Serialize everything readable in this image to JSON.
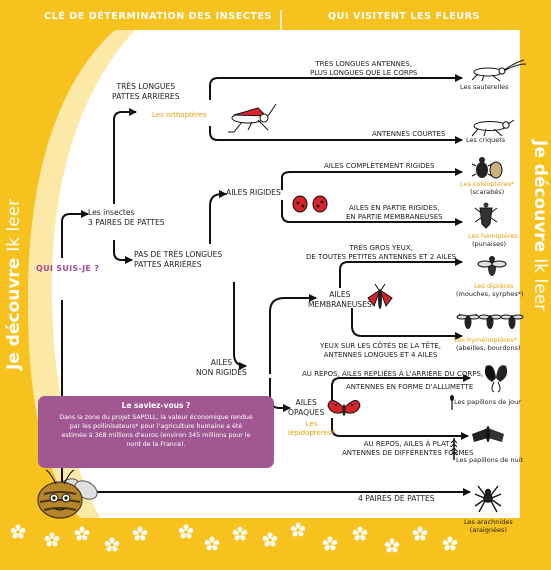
{
  "header": {
    "left": "CLÉ DE DÉTERMINATION DES INSECTES",
    "right": "QUI VISITENT LES FLEURS"
  },
  "side": {
    "left_bold": "Je découvre",
    "left_thin": "Ik leer",
    "right_bold": "Je découvre",
    "right_thin": "Ik leer"
  },
  "nodes": {
    "question": "QUI SUIS-JE ?",
    "insects": "Les insectes\n3 PAIRES DE PATTES",
    "long_legs": "TRÈS LONGUES\nPATTES ARRIÈRES",
    "orthopteres": "Les orthoptères",
    "not_long_legs": "PAS DE TRÈS LONGUES\nPATTES ARRIÈRES",
    "rigid_wings": "AILES RIGIDES",
    "non_rigid_wings": "AILES\nNON RIGIDES",
    "membranous_wings": "AILES\nMEMBRANEUSES",
    "opaque_wings": "AILES\nOPAQUES",
    "lepidopteres": "Les\nlépidoptères*",
    "four_pairs": "4 PAIRES DE PATTES"
  },
  "criteria": {
    "long_antennae": "TRÈS LONGUES ANTENNES,\nPLUS LONGUES QUE LE CORPS",
    "short_antennae": "ANTENNES COURTES",
    "fully_rigid": "AILES COMPLÈTEMENT RIGIDES",
    "partly_rigid": "AILES EN PARTIE RIGIDES,\nEN PARTIE MEMBRANEUSES",
    "big_eyes": "TRÈS GROS YEUX,\nDE TOUTES PETITES ANTENNES ET 2 AILES",
    "side_eyes": "YEUX SUR LES CÔTÉS DE LA TÊTE,\nANTENNES LONGUES ET 4 AILES",
    "folded_wings": "AU REPOS, AILES REPLIÉES À L'ARRIÈRE DU CORPS,",
    "club_antennae": "ANTENNES EN FORME D'ALLUMETTE",
    "flat_wings": "AU REPOS, AILES À PLAT,\nANTENNES DE DIFFÉRENTES FORMES"
  },
  "results": {
    "sauterelles": "Les sauterelles",
    "criquets": "Les criquets",
    "coleopteres": "Les coléoptères*",
    "scarabees": "(scarabés)",
    "hemipteres": "Les hémiptères",
    "punaises": "(punaises)",
    "dipteres": "Les diptères",
    "mouches": "(mouches, syrphes*)",
    "hymenopteres": "Les hyménoptères*",
    "abeilles": "(abeilles, bourdons)",
    "papillons_jour": "Les papillons de jour",
    "papillons_nuit": "Les papillons de nuit",
    "arachnides": "Les arachnides\n(araignées)"
  },
  "infobox": {
    "title": "Le saviez-vous ?",
    "body": "Dans la zone du projet SAPOLL, la valeur économique rendue\npar les pollinisateurs* pour l'agriculture humaine a été\nestimée à 368 millions d'euros (environ 345 millions pour le\nnord de la France)."
  },
  "colors": {
    "background": "#f7c21d",
    "panel": "#ffffff",
    "accent_orange": "#e8a20a",
    "purple": "#a05792",
    "red": "#d9232b",
    "ink": "#111111"
  }
}
